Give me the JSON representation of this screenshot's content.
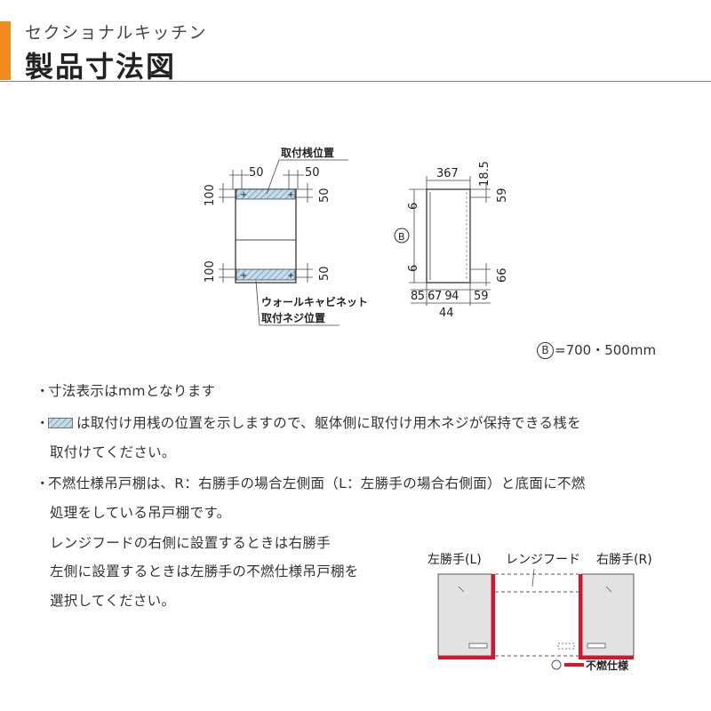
{
  "header": {
    "subtitle": "セクショナルキッチン",
    "title": "製品寸法図",
    "accent_color": "#f08c1e"
  },
  "front_view": {
    "label_top": "取付桟位置",
    "label_bottom_1": "ウォールキャビネット",
    "label_bottom_2": "取付ネジ位置",
    "dim_50_left": "50",
    "dim_50_right": "50",
    "dim_100_top": "100",
    "dim_50_top_r": "50",
    "dim_100_bottom": "100",
    "dim_50_bottom_r": "50"
  },
  "side_view": {
    "dim_367": "367",
    "dim_18_5": "18.5",
    "dim_59_top": "59",
    "dim_6_top": "6",
    "dim_6_bottom": "6",
    "dim_66": "66",
    "dim_59_bottom": "59",
    "dim_bottom_row": "85 67 94",
    "dim_44": "44",
    "b_mark": "B"
  },
  "b_size": {
    "mark": "B",
    "text": "=700・500mm"
  },
  "notes": {
    "n1": "寸法表示はmmとなります",
    "n2_a": "は取付け用桟の位置を示しますので、躯体側に取付け用木ネジが保持できる桟を",
    "n2_b": "取付けてください。",
    "n3_a": "不燃仕様吊戸棚は、R：右勝手の場合左側面（L：左勝手の場合右側面）と底面に不燃",
    "n3_b": "処理をしている吊戸棚です。",
    "n3_c": "レンジフードの右側に設置するときは右勝手",
    "n3_d": "左側に設置するときは左勝手の不燃仕様吊戸棚を",
    "n3_e": "選択してください。",
    "bullet": "・"
  },
  "placement": {
    "left_label": "左勝手(L)",
    "center_label": "レンジフード",
    "right_label": "右勝手(R)",
    "legend_label": "不燃仕様",
    "fire_color": "#e0102a"
  }
}
